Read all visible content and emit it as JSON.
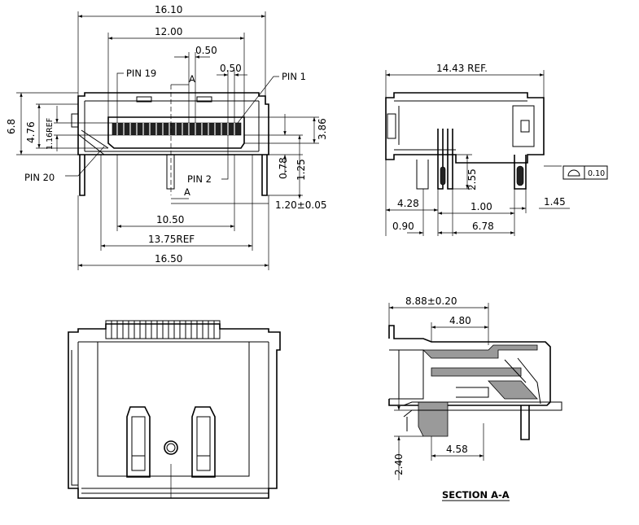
{
  "dims_top": {
    "d_16_10": "16.10",
    "d_12_00": "12.00",
    "d_0_50a": "0.50",
    "d_0_50b": "0.50",
    "d_6_8": "6.8",
    "d_4_76": "4.76",
    "d_1_16": "1.16REF",
    "d_3_86": "3.86",
    "d_0_78": "0.78",
    "d_1_25": "1.25",
    "d_1_20": "1.20±0.05",
    "d_10_50": "10.50",
    "d_13_75": "13.75REF",
    "d_16_50": "16.50"
  },
  "labels_top": {
    "pin19": "PIN 19",
    "pin1": "PIN 1",
    "pin20": "PIN 20",
    "pin2": "PIN 2",
    "sectionA_top": "A",
    "sectionA_bottom": "A"
  },
  "dims_side": {
    "d_14_43": "14.43 REF.",
    "d_2_55": "2.55",
    "d_4_28": "4.28",
    "d_1_00": "1.00",
    "d_1_45": "1.45",
    "d_0_90": "0.90",
    "d_6_78": "6.78",
    "flatness": "0.10"
  },
  "dims_section": {
    "d_8_88": "8.88±0.20",
    "d_4_80": "4.80",
    "d_2_40": "2.40",
    "d_4_58": "4.58",
    "title": "SECTION A-A"
  }
}
